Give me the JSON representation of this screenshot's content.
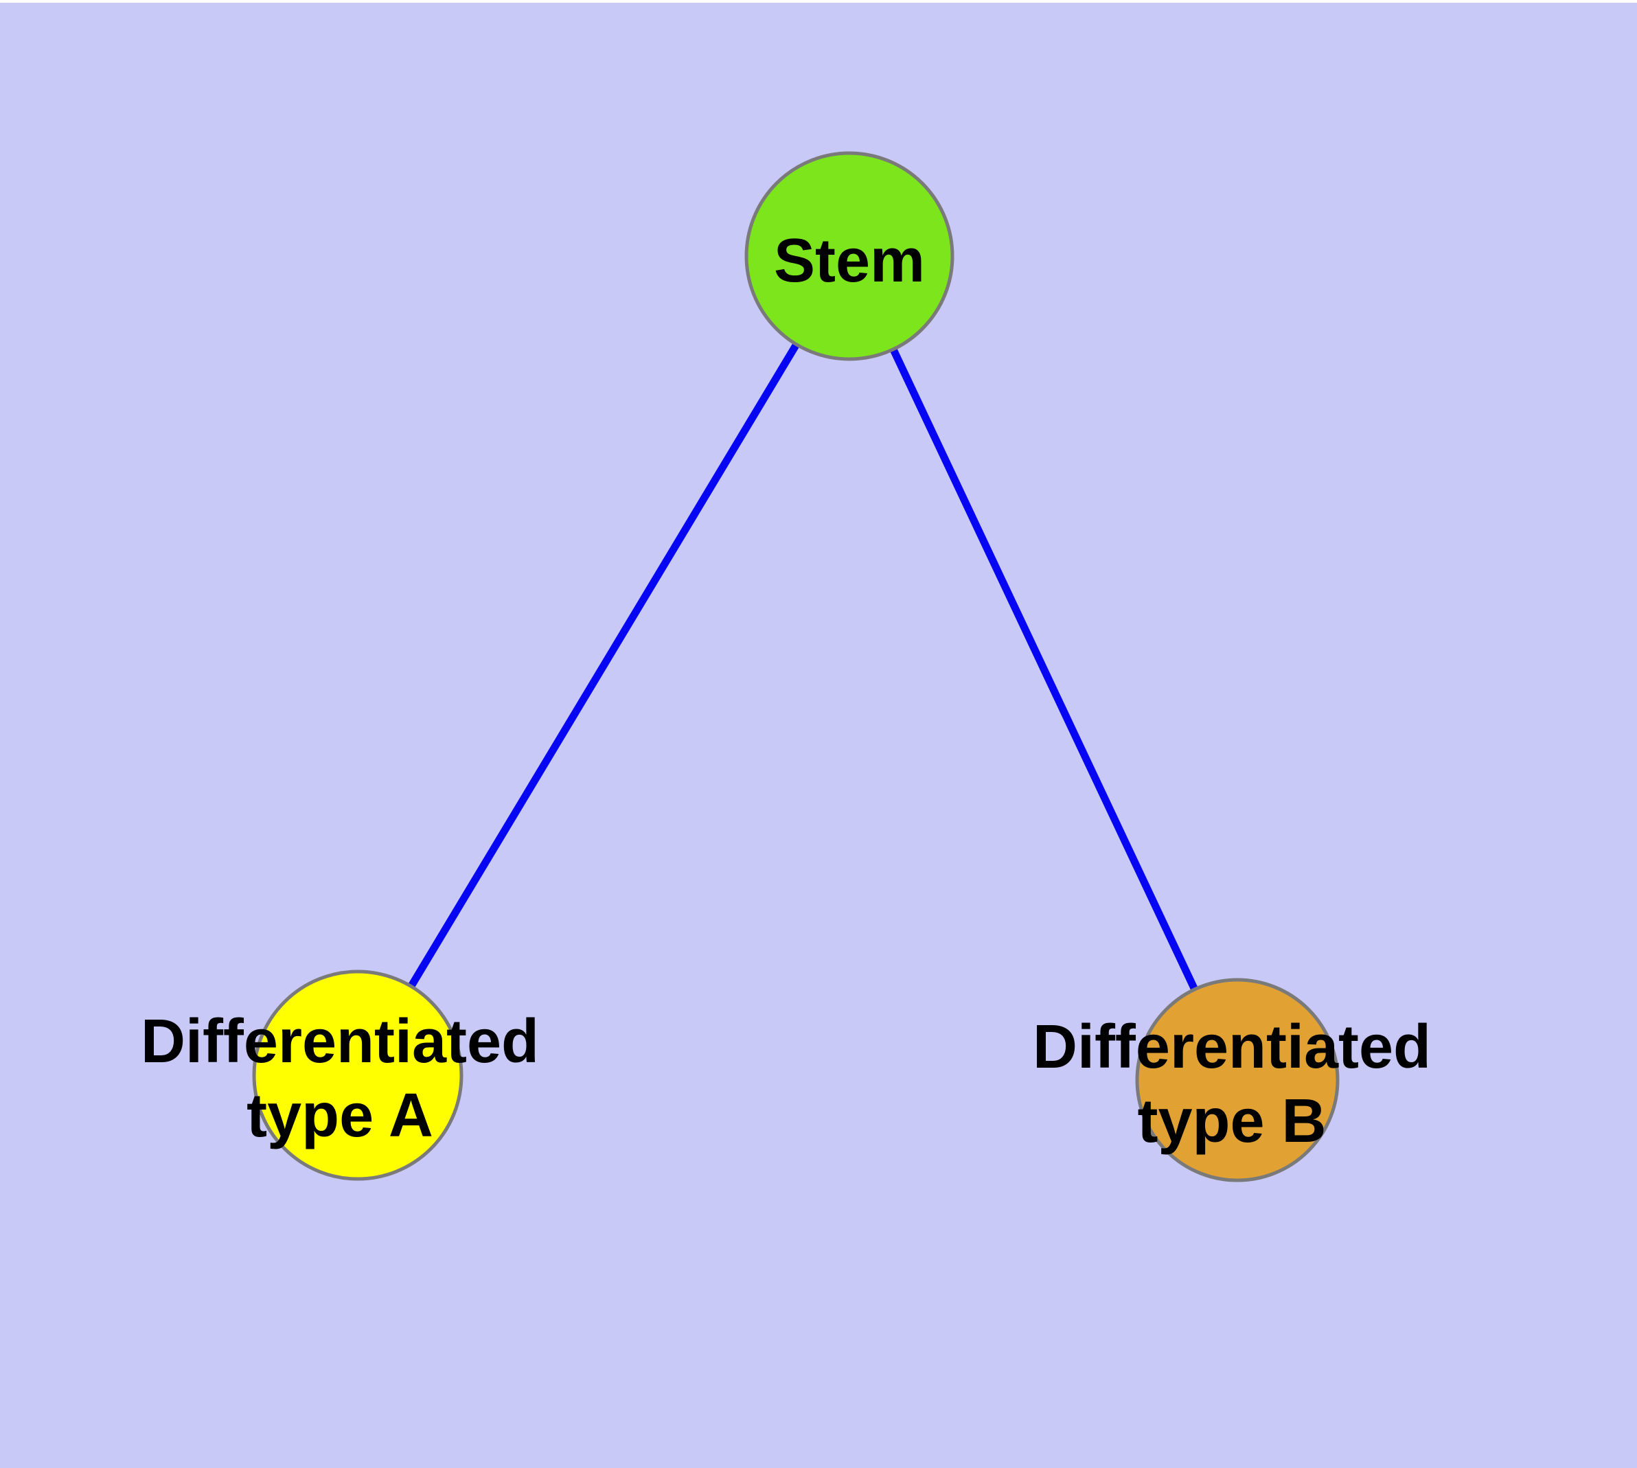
{
  "diagram": {
    "background_color": "#c9c9f8",
    "top_margin_color": "#ffffff",
    "edge_color": "#0606f5",
    "node_border_color": "#7a7a7a",
    "text_color": "#000000",
    "nodes": {
      "stem": {
        "label": "Stem",
        "fill": "#7de51c"
      },
      "type_a": {
        "label_line1": "Differentiated",
        "label_line2": "type A",
        "fill": "#ffff00"
      },
      "type_b": {
        "label_line1": "Differentiated",
        "label_line2": "type B",
        "fill": "#e2a233"
      }
    },
    "edges": [
      {
        "from": "stem",
        "to": "type_a"
      },
      {
        "from": "stem",
        "to": "type_b"
      }
    ]
  }
}
